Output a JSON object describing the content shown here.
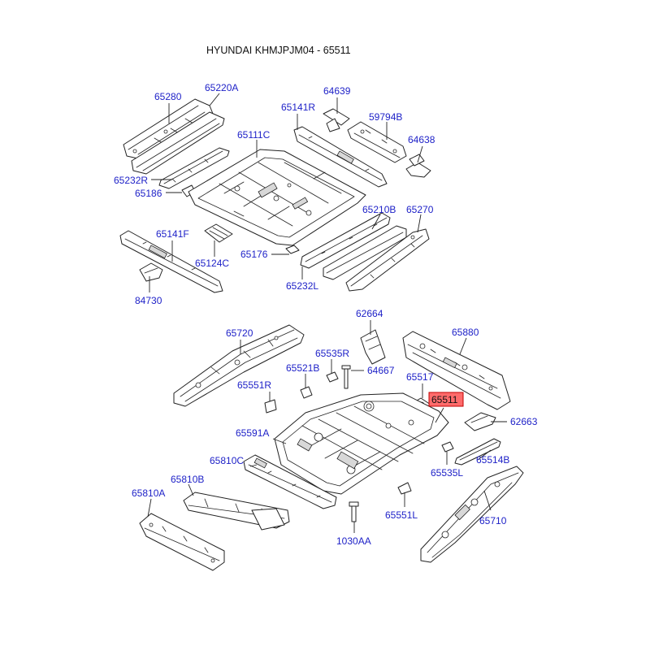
{
  "title": "HYUNDAI KHMJPJM04 - 65511",
  "colors": {
    "callout": "#1f22c8",
    "highlight": "#ff6b6b",
    "line": "#222222"
  },
  "highlighted_part": "65511",
  "callouts": {
    "p65280": "65280",
    "p65220A": "65220A",
    "p64639": "64639",
    "p65141R": "65141R",
    "p59794B": "59794B",
    "p65111C": "65111C",
    "p64638": "64638",
    "p65232R": "65232R",
    "p65186": "65186",
    "p65210B": "65210B",
    "p65270": "65270",
    "p65141F": "65141F",
    "p65124C": "65124C",
    "p65176": "65176",
    "p65232L": "65232L",
    "p84730": "84730",
    "p62664": "62664",
    "p65880": "65880",
    "p65720": "65720",
    "p65535R": "65535R",
    "p65521B": "65521B",
    "p64667": "64667",
    "p65517": "65517",
    "p65511": "65511",
    "p65551R": "65551R",
    "p62663": "62663",
    "p65591A": "65591A",
    "p65514B": "65514B",
    "p65810C": "65810C",
    "p65535L": "65535L",
    "p65810B": "65810B",
    "p65810A": "65810A",
    "p65551L": "65551L",
    "p65710": "65710",
    "p1030AA": "1030AA"
  }
}
